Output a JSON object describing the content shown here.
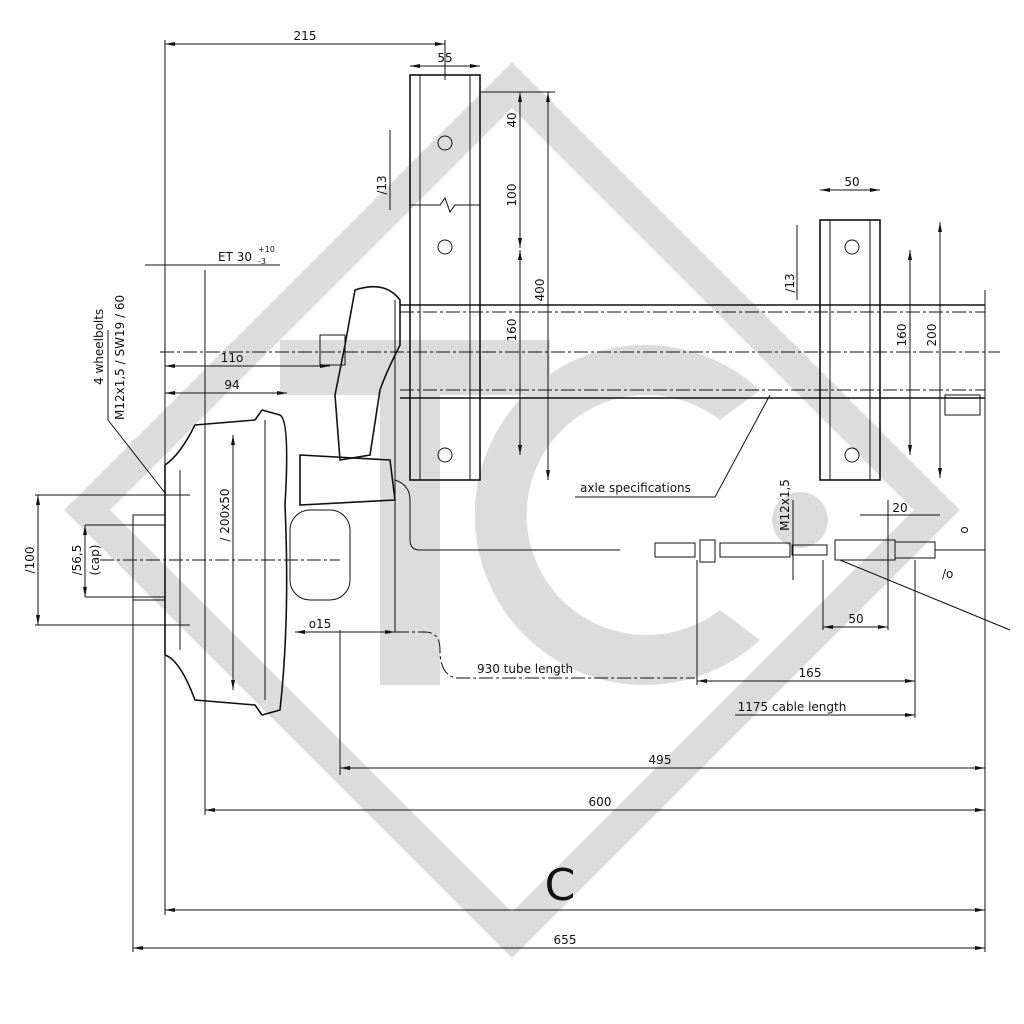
{
  "watermark": {
    "text": "TC",
    "color": "#dcdcdc"
  },
  "dimensions": {
    "d215": "215",
    "d55": "55",
    "d40": "40",
    "d13a": "/13",
    "d100v": "100",
    "d400": "400",
    "d160a": "160",
    "d50top": "50",
    "d13b": "/13",
    "d160b": "160",
    "d200": "200",
    "et": "ET 30",
    "et_plus": "+10",
    "et_minus": "-3",
    "d110": "11o",
    "d94": "94",
    "dia100": "/100",
    "dia56": "/56,5",
    "cap": "(cap)",
    "drum": "/ 200x50",
    "d15": "o15",
    "tube": "930 tube length",
    "d165": "165",
    "cable": "1175 cable length",
    "d495": "495",
    "d600": "600",
    "c": "C",
    "d655": "655",
    "m12": "M12x1,5",
    "d20": "20",
    "o": "o",
    "slash_o": "/o",
    "d50b": "50"
  },
  "labels": {
    "wheelbolts1": "4 wheelbolts",
    "wheelbolts2": "M12x1,5 / SW19 / 60",
    "axle_spec": "axle specifications"
  }
}
